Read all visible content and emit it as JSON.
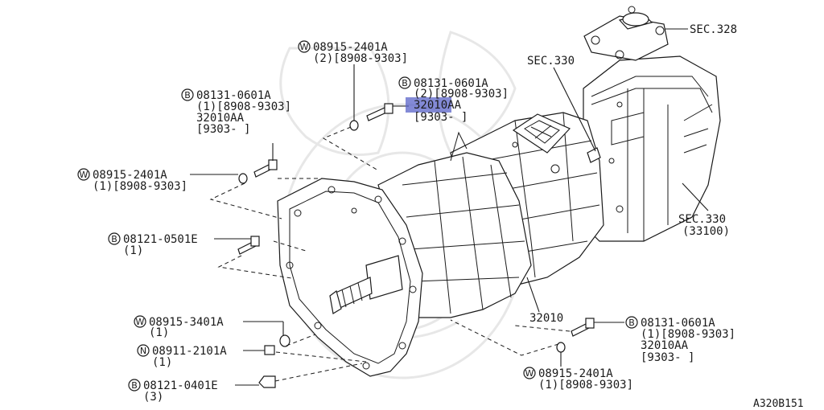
{
  "callouts": {
    "w_top": {
      "code": "W",
      "part": "08915-2401A",
      "qty": "(2)[8908-9303]"
    },
    "b_mid": {
      "code": "B",
      "part": "08131-0601A",
      "qty": "(2)[8908-9303]",
      "alt": "32010AA",
      "range": "[9303-     ]"
    },
    "b_left": {
      "code": "B",
      "part": "08131-0601A",
      "qty": "(1)[8908-9303]",
      "alt": "32010AA",
      "range": "[9303-     ]"
    },
    "w_left": {
      "code": "W",
      "part": "08915-2401A",
      "qty": "(1)[8908-9303]"
    },
    "b_0501": {
      "code": "B",
      "part": "08121-0501E",
      "qty": "(1)"
    },
    "w_3401": {
      "code": "W",
      "part": "08915-3401A",
      "qty": "(1)"
    },
    "n_2101": {
      "code": "N",
      "part": "08911-2101A",
      "qty": "(1)"
    },
    "b_0401": {
      "code": "B",
      "part": "08121-0401E",
      "qty": "(3)"
    },
    "b_right": {
      "code": "B",
      "part": "08131-0601A",
      "qty": "(1)[8908-9303]",
      "alt": "32010AA",
      "range": "[9303-     ]"
    },
    "w_bottom": {
      "code": "W",
      "part": "08915-2401A",
      "qty": "(1)[8908-9303]"
    }
  },
  "labels": {
    "sec328": "SEC.328",
    "sec330_top": "SEC.330",
    "sec330_right": "SEC.330",
    "sec330_right_sub": "(33100)",
    "main_part": "32010",
    "figure_id": "A320B151"
  }
}
